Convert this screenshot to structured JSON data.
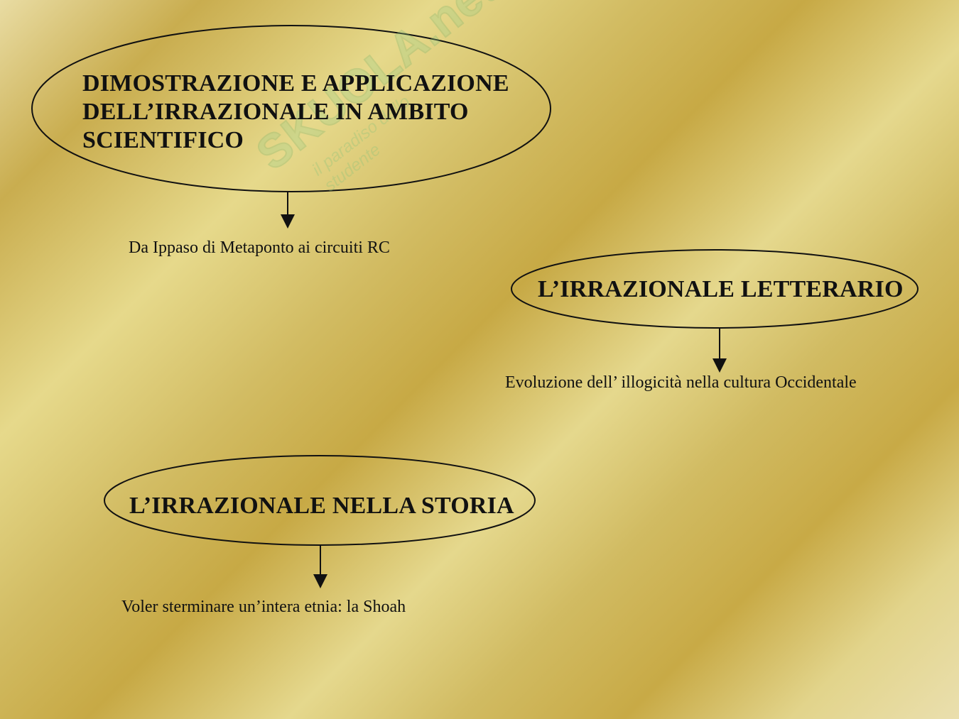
{
  "diagram": {
    "top_box": {
      "title": "DIMOSTRAZIONE E APPLICAZIONE\nDELL’IRRAZIONALE IN AMBITO\nSCIENTIFICO",
      "caption": "Da Ippaso di Metaponto ai circuiti RC"
    },
    "right_box": {
      "title": "L’IRRAZIONALE LETTERARIO",
      "caption": "Evoluzione dell’ illogicità nella cultura Occidentale"
    },
    "bottom_box": {
      "title": "L’IRRAZIONALE NELLA STORIA",
      "caption": "Voler sterminare un’intera etnia: la Shoah"
    }
  },
  "watermark": {
    "main": "SKUOLA.net",
    "sub": "il paradiso dello studente"
  },
  "colors": {
    "stroke": "#111111",
    "watermark": "#8cc37a"
  }
}
